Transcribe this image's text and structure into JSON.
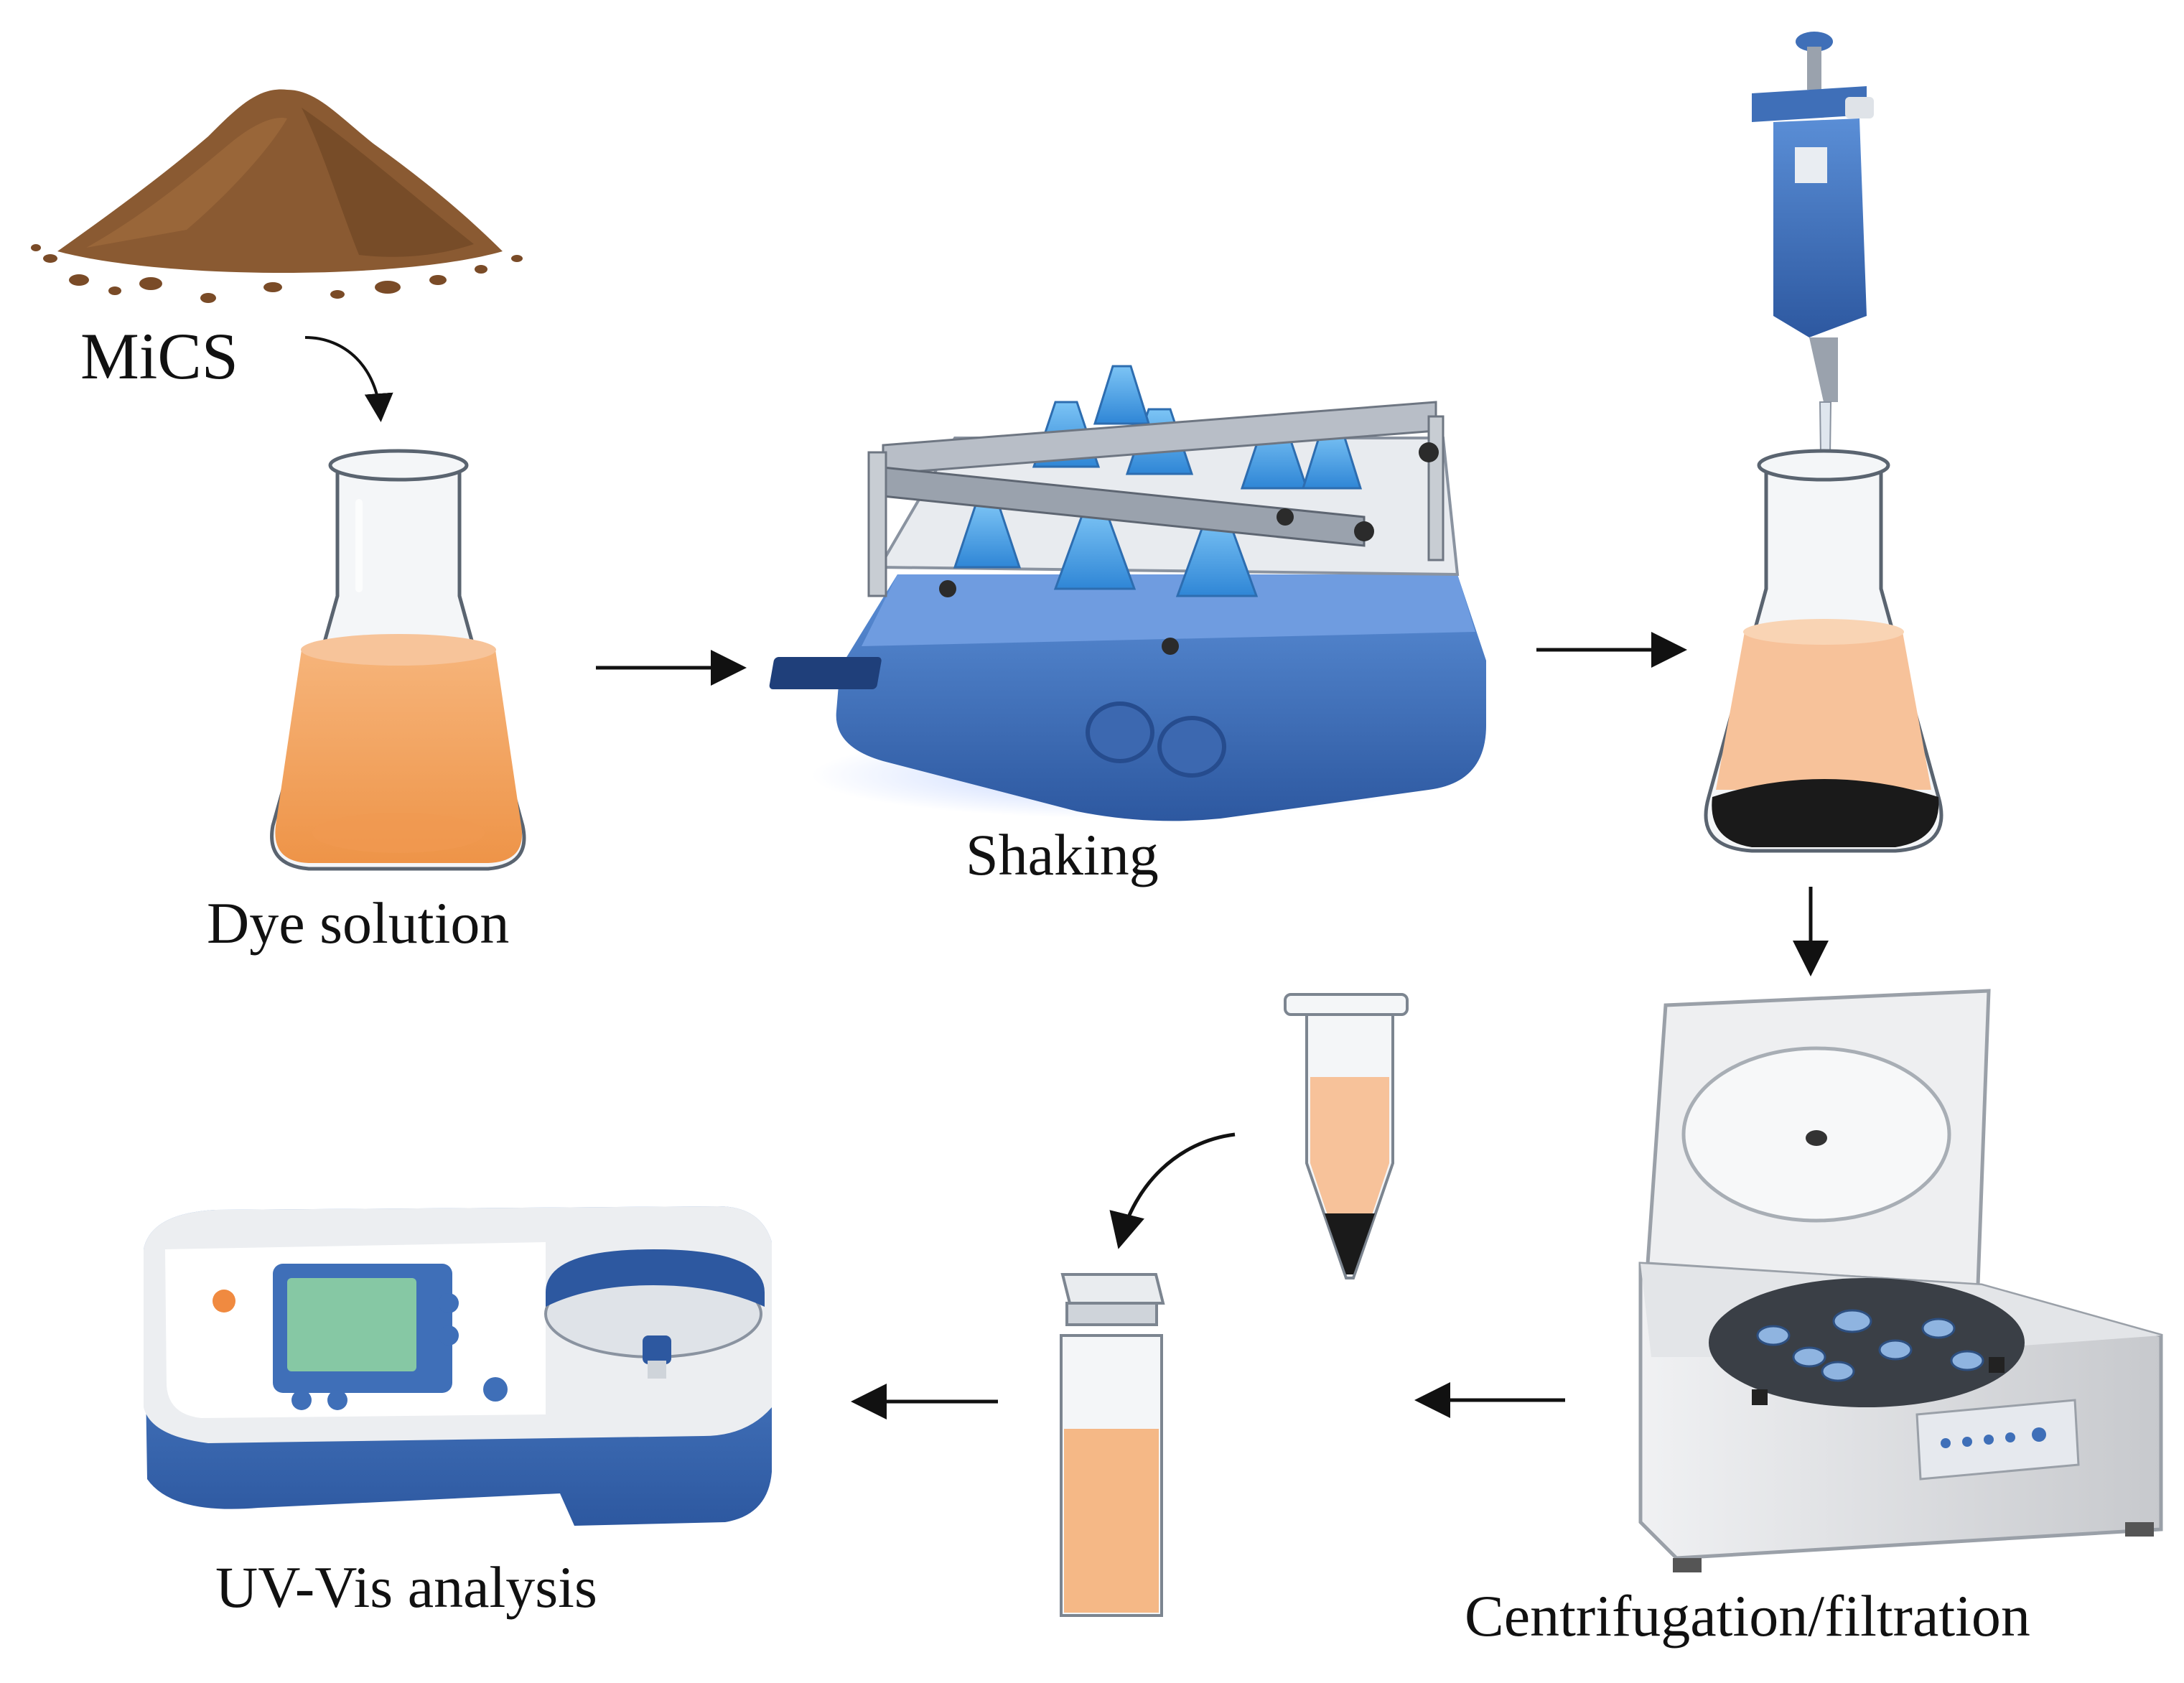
{
  "labels": {
    "mics": "MiCS",
    "dye_solution": "Dye solution",
    "shaking": "Shaking",
    "centrifugation": "Centrifugation/filtration",
    "uvvis": "UV-Vis analysis"
  },
  "colors": {
    "soil": "#8a5a32",
    "soil_dark": "#6b4222",
    "dye": "#f0a060",
    "dye_light": "#f7c49a",
    "instrument_blue": "#3f6fb8",
    "instrument_blue_dark": "#2b5296",
    "shaker_liquid": "#4fa8e8",
    "gray_body": "#d9dadd",
    "sediment": "#1a1a1a",
    "arrow": "#111111"
  },
  "icons": [
    "soil-pile-icon",
    "flask-icon",
    "orbital-shaker-icon",
    "pipette-icon",
    "centrifuge-icon",
    "microtube-icon",
    "cuvette-icon",
    "spectrophotometer-icon"
  ]
}
